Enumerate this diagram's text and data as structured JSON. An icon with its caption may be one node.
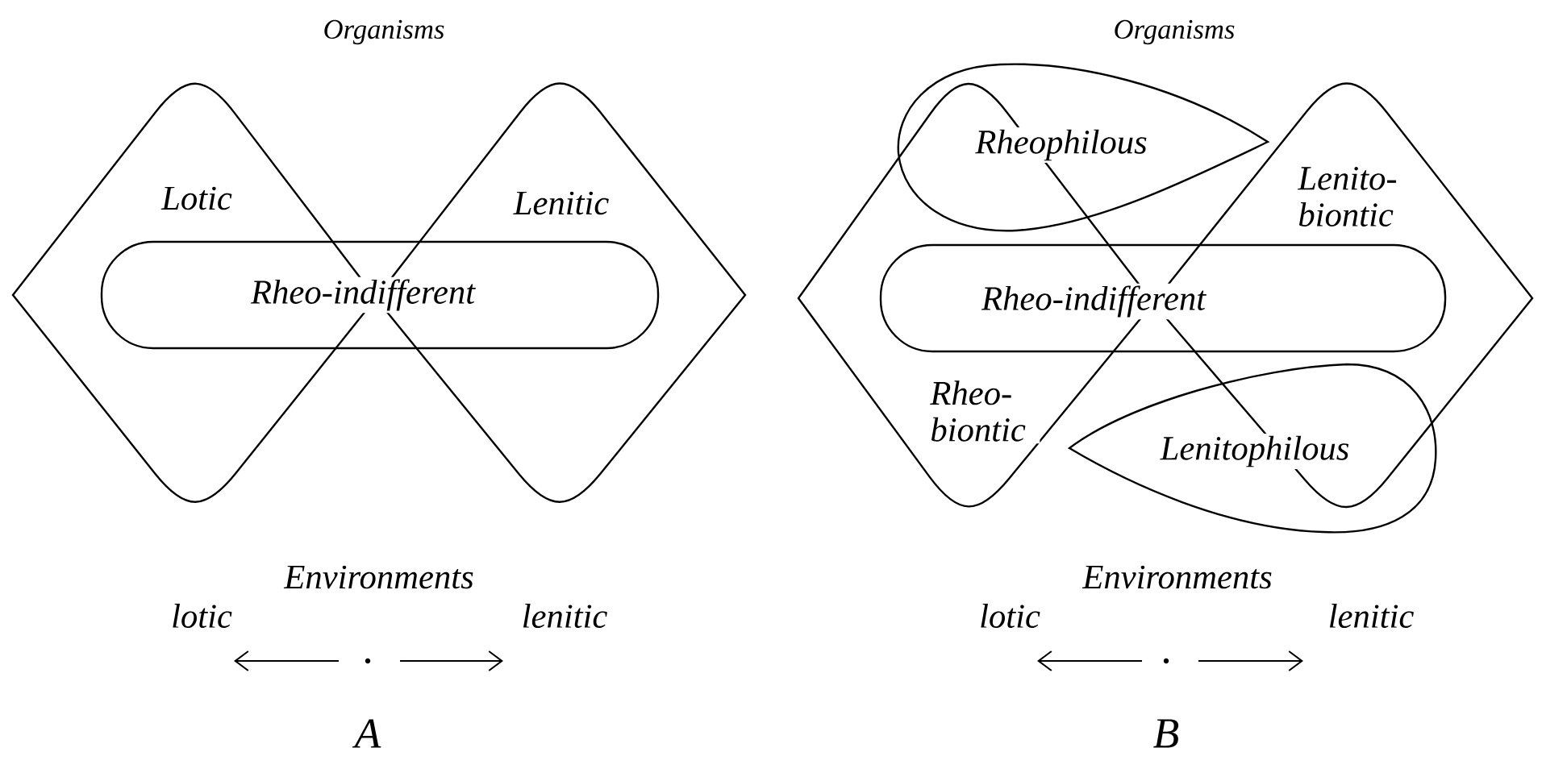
{
  "diagram": {
    "nodes": [
      {
        "text": [
          "Lotic"
        ]
      },
      {
        "text": [
          "Lenitic"
        ]
      },
      {
        "text": [
          "Rheo-indifferent"
        ]
      },
      {
        "text": [
          "Rheophilous"
        ]
      },
      {
        "text": [
          "Lenito-biontic"
        ]
      },
      {
        "text": [
          "Rheo-indifferent"
        ]
      },
      {
        "text": [
          "Rheo-biontic"
        ]
      },
      {
        "text": [
          "Lenitophilous"
        ]
      }
    ],
    "labels": [
      "Organisms",
      "Organisms",
      "Environments",
      "Environments",
      "lotic",
      "lenitic",
      "lotic",
      "lenitic",
      "A",
      "B"
    ]
  }
}
